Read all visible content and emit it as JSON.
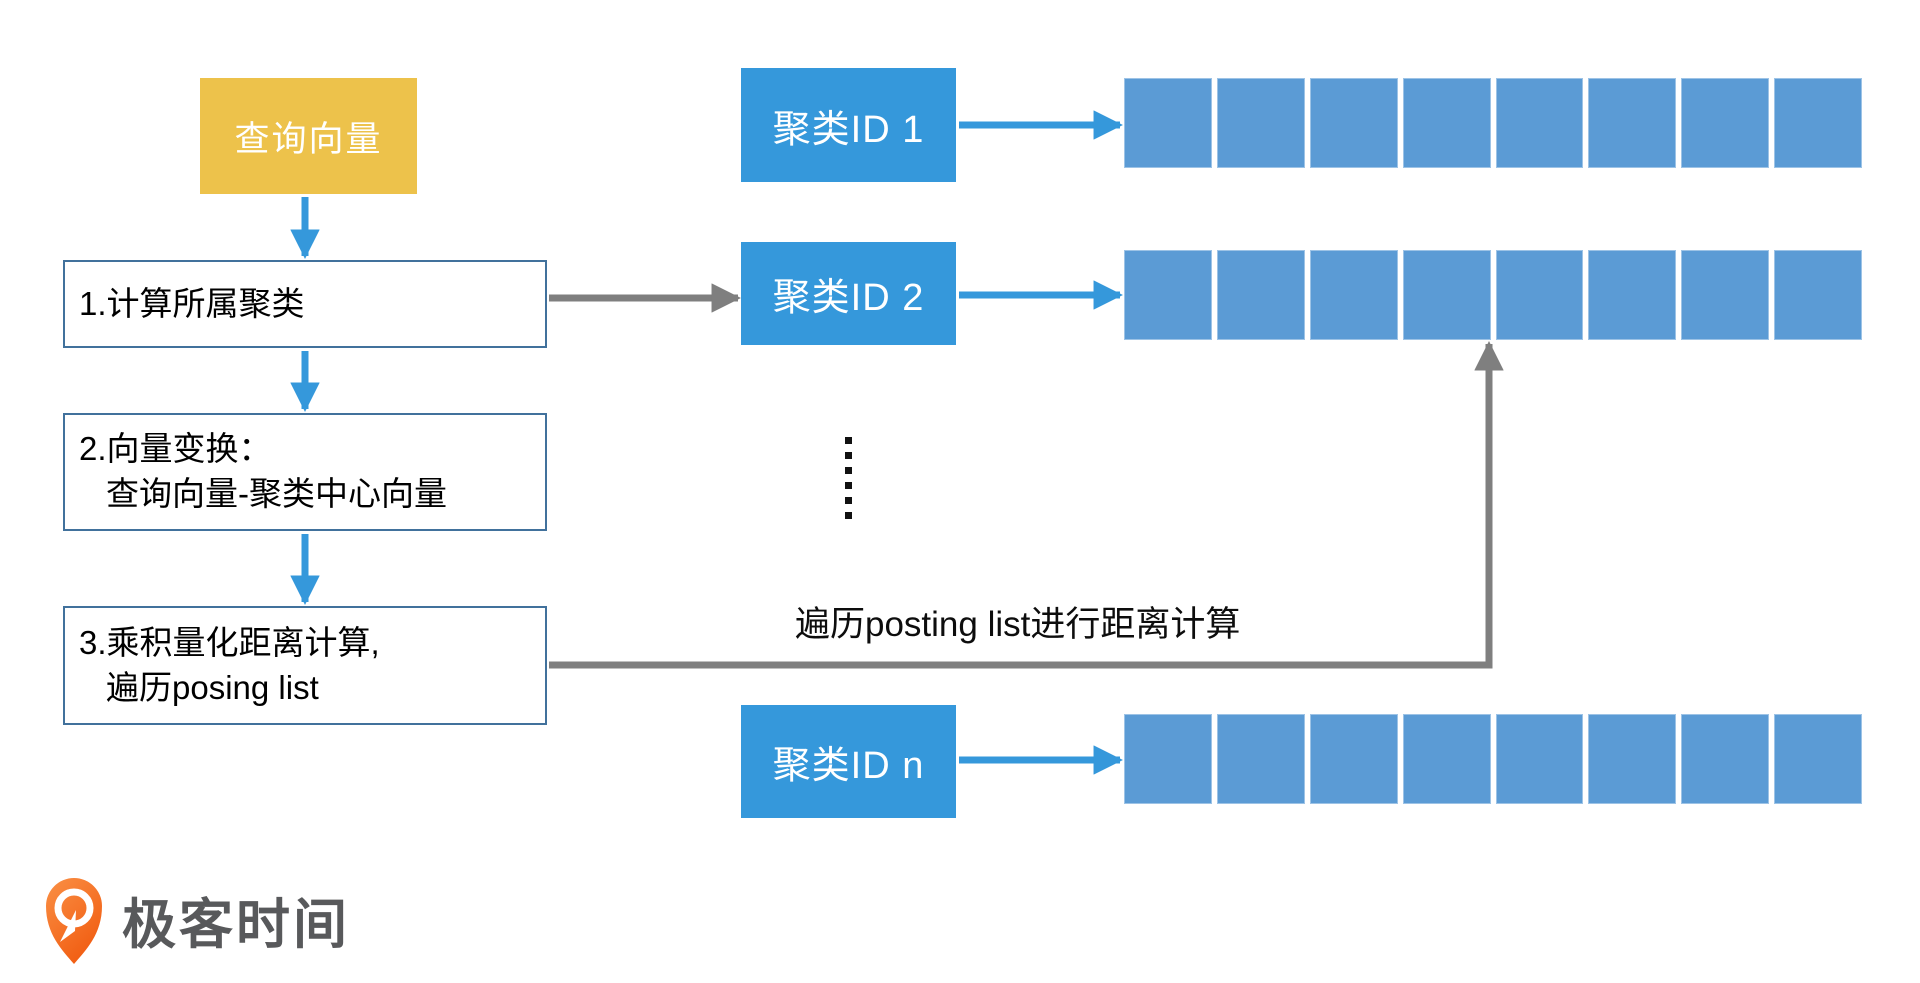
{
  "diagram": {
    "query_box": {
      "label": "查询向量"
    },
    "steps": [
      {
        "lines": [
          "1.计算所属聚类"
        ]
      },
      {
        "lines": [
          "2.向量变换：",
          "查询向量-聚类中心向量"
        ]
      },
      {
        "lines": [
          "3.乘积量化距离计算,",
          "遍历posing list"
        ]
      }
    ],
    "clusters": [
      {
        "label": "聚类ID 1",
        "cells": 8
      },
      {
        "label": "聚类ID 2",
        "cells": 8
      },
      {
        "label": "聚类ID n",
        "cells": 8
      }
    ],
    "ellipsis_dots": 6,
    "annotation": "遍历posting list进行距离计算",
    "logo": {
      "text": "极客时间"
    }
  },
  "colors": {
    "accent-blue": "#3598DB",
    "bar-blue": "#5B9BD5",
    "cell-border": "#9DC3E6",
    "box-border": "#41719C",
    "gold": "#EDC24B",
    "arrow-gray": "#7F7F7F",
    "logo-orange": "#F4702A",
    "logo-text": "#58595B"
  }
}
